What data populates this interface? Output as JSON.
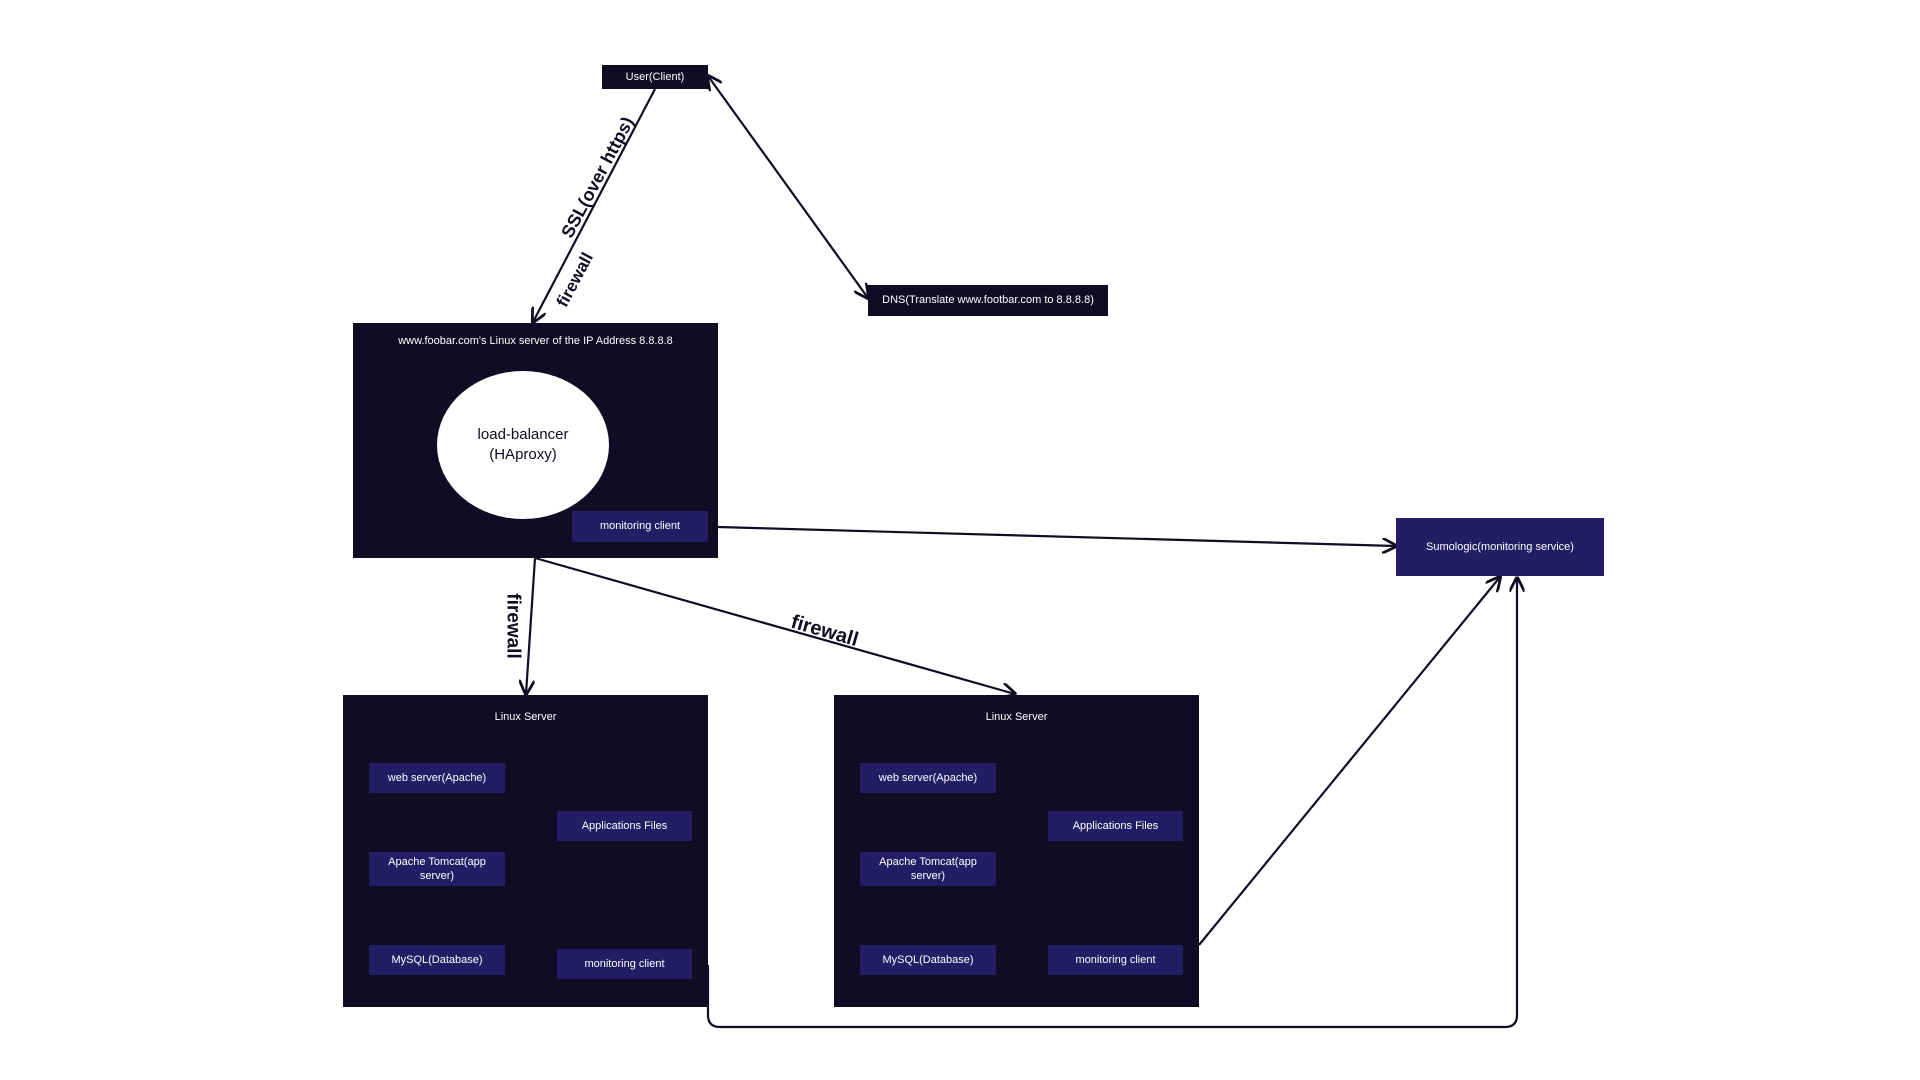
{
  "nodes": {
    "user_client": "User(Client)",
    "dns": "DNS(Translate www.footbar.com to 8.8.8.8)",
    "sumologic": "Sumologic(monitoring service)"
  },
  "lb_server": {
    "title": "www.foobar.com's Linux server of the IP Address 8.8.8.8",
    "load_balancer_line1": "load-balancer",
    "load_balancer_line2": "(HAproxy)",
    "monitoring_client": "monitoring client"
  },
  "servers": [
    {
      "title": "Linux Server",
      "web_server": "web server(Apache)",
      "app_server": "Apache Tomcat(app server)",
      "database": "MySQL(Database)",
      "app_files": "Applications Files",
      "monitoring_client": "monitoring client"
    },
    {
      "title": "Linux Server",
      "web_server": "web server(Apache)",
      "app_server": "Apache Tomcat(app server)",
      "database": "MySQL(Database)",
      "app_files": "Applications Files",
      "monitoring_client": "monitoring client"
    }
  ],
  "edge_labels": {
    "ssl": "SSL(over https)",
    "firewall_client": "firewall",
    "firewall_left": "firewall",
    "firewall_right": "firewall"
  },
  "colors": {
    "dark_fill": "#0f0c24",
    "purple_fill": "#241c64",
    "line": "#0f0c24"
  }
}
